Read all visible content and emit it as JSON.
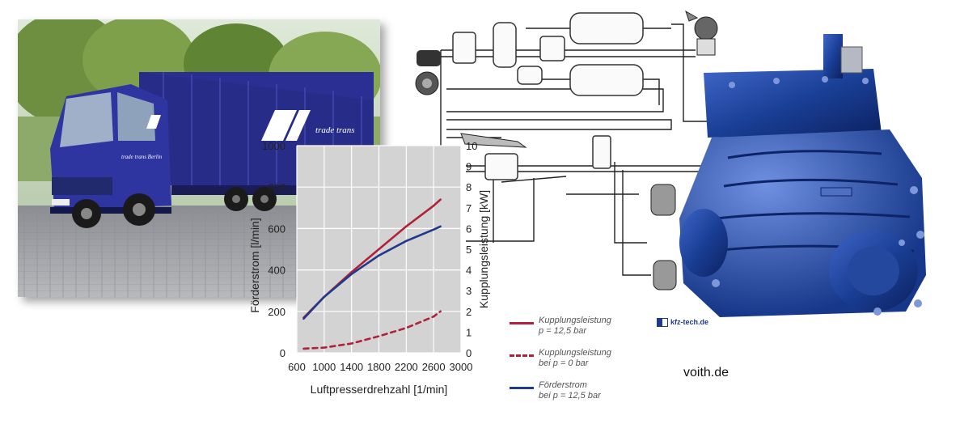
{
  "chart_data": {
    "type": "line",
    "xlabel": "Luftpresserdrehzahl [1/min]",
    "ylabel": "Förderstrom [l/min]",
    "y2label": "Kupplungsleistung [kW]",
    "xlim": [
      600,
      3000
    ],
    "ylim": [
      0,
      1000
    ],
    "y2lim": [
      0,
      10
    ],
    "x_ticks": [
      "600",
      "1000",
      "1400",
      "1800",
      "2200",
      "2600",
      "3000"
    ],
    "y_ticks": [
      "0",
      "200",
      "400",
      "600",
      "800",
      "1000"
    ],
    "y2_ticks": [
      "0",
      "1",
      "2",
      "3",
      "4",
      "5",
      "6",
      "7",
      "8",
      "9",
      "10"
    ],
    "grid": true,
    "series": [
      {
        "name": "Kupplungsleistung p = 12,5 bar",
        "axis": "y2",
        "color": "#b0223a",
        "dash": "solid",
        "x": [
          700,
          1000,
          1400,
          1800,
          2200,
          2600,
          2700
        ],
        "values": [
          1.7,
          2.7,
          3.9,
          5.0,
          6.1,
          7.1,
          7.4
        ]
      },
      {
        "name": "Kupplungsleistung bei p = 0 bar",
        "axis": "y2",
        "color": "#b0223a",
        "dash": "dashed",
        "x": [
          700,
          1000,
          1400,
          1800,
          2200,
          2600,
          2700
        ],
        "values": [
          0.2,
          0.25,
          0.45,
          0.8,
          1.2,
          1.75,
          2.0
        ]
      },
      {
        "name": "Förderstrom bei p = 12,5 bar",
        "axis": "y",
        "color": "#1f3a8a",
        "dash": "solid",
        "x": [
          700,
          1000,
          1400,
          1800,
          2200,
          2600,
          2700
        ],
        "values": [
          165,
          270,
          380,
          470,
          540,
          595,
          610
        ]
      }
    ]
  },
  "legend": [
    {
      "line1": "Kupplungsleistung",
      "line2": "p = 12,5 bar",
      "color": "#b0223a",
      "style": "solid"
    },
    {
      "line1": "Kupplungsleistung",
      "line2": "bei p = 0 bar",
      "color": "#b0223a",
      "style": "dashed"
    },
    {
      "line1": "Förderstrom",
      "line2": "bei p = 12,5 bar",
      "color": "#1f3a8a",
      "style": "solid"
    }
  ],
  "truck": {
    "brand_text": "trade trans",
    "door_text": "trade trans Berlin"
  },
  "credits": {
    "small": "kfz-tech.de",
    "large": "voith.de"
  },
  "colors": {
    "red": "#b0223a",
    "blue": "#1f3a8a",
    "plot_bg": "#d3d3d3",
    "compressor": "#1a3f96"
  }
}
